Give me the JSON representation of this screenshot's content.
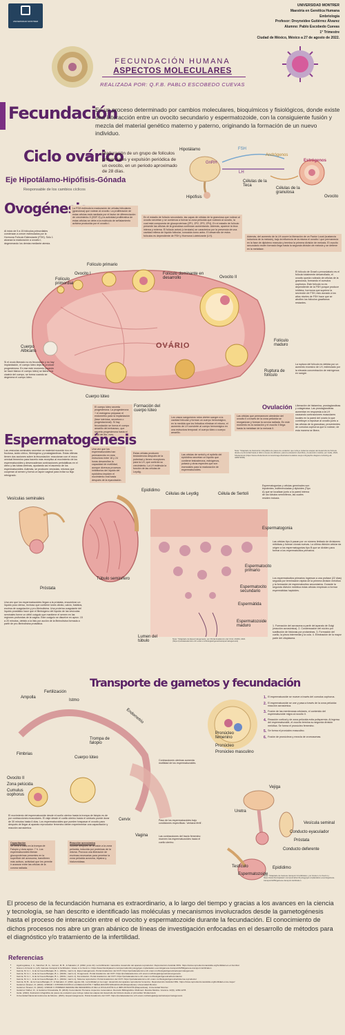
{
  "header": {
    "university": "UNIVERSIDAD MONTRER",
    "masters": "Maestría en Genética Humana",
    "subject": "Embriología",
    "professor": "Profesor: Dreyneidee Gutiérrez Álvarez",
    "student": "Alumno: Pablo Escobedo Cuevas",
    "term": "1° Trimestre",
    "date": "Ciudad de México, México a 27 de agosto de 2022.",
    "logo_text": "UNIVERSIDAD MONTRER"
  },
  "title": {
    "line1": "FECUNDACIÓN HUMANA",
    "line2": "ASPECTOS MOLECULARES",
    "author": "REALIZADA POR: Q.F.B. PABLO ESCOBEDO CUEVAS"
  },
  "fecundacion": {
    "heading": "Fecundación",
    "text": "Es un proceso determinado por cambios moleculares, bioquímicos y fisiológicos, donde existe una interacción entre un ovocito secundario y espermatozoide, con la consiguiente fusión y mezcla del material genético materno y paterno, originando la formación de un nuevo individuo."
  },
  "ciclo": {
    "heading": "Ciclo ovárico",
    "text": "Maduración de un grupo de folículos primordiales y expulsión periódica de un ovocito, en un periodo aproximado de 28 días.",
    "axis": "Eje Hipotálamo-Hipófisis-Gónada",
    "axis_sub": "Responsable de los cambios cíclicos",
    "labels": {
      "hipotalamo": "Hipotálamo",
      "gnrh": "GnRH",
      "hipofisis": "Hipófisis",
      "fsh": "FSH",
      "lh": "LH",
      "androgenos": "Andrógenos",
      "estrogenos": "Estrógenos",
      "teca": "Células de la Teca",
      "granulosa": "Células de la granulosa",
      "ovocito": "Ovocito"
    }
  },
  "ovogenesis": {
    "heading": "Ovogénesis",
    "intro": "Al inicio de 5 a 15 folículos primordiales comienzan a crecer estimulados por la Hormona Folículo Estimulante (FSH). Sólo 1 alcanza la maduración a ovocito I, degenerando los demás mediante atresia.",
    "fsh_text": "La FSH estimula la maduración de células foliculares (granulosa) que rodean al ovocito. La proliferación de estas células está mediada por el factor de diferenciación de crecimiento-9 (GDF-9) y la actividad proliferativa de estas células se debe a la molécula de señalamiento activina producida por el ovocito I.",
    "antral_text": "En el estadio de folículo secundario, las capas de células de la granulosa que rodean al ovocito secretan y se comienza a formar la zona pelúcida que rodeará al ovocito, la cual está compuesta de glucoproteínas (ZP1, ZP2, ZP3, ZP4). En el estadio de folículo presente las células de la granulosa continúan aumentando. Además, aparece la teca interna y externa. El folículo antral (o terciario) se caracteriza por la presencia de una cavidad rellena de líquido folicular, conocida como antro. El desarrollo de estos folículos es dependiente de FSH y Hormona Luteinizante (LH).",
    "lh_text": "Además, del aumento de la LH ocurre la liberación de un Factor Local (sustancia inductora de la meiosis), bajo la influencia de la misma el ovocito I que permanecía en la fase de diploteno reanuda y termina la primera división de meiosis. El ovocito secundario recién formado llega hasta la segunda división de meiosis y se detiene en la metafase.",
    "graaf_text": "El folículo de Graaf o preovulatorio es el folículo totalmente desarrollado, el ovocito queda rodeado de células de la granulosa, formando el cumulus oophorus. Este folículo no es dependiente de la FSH porque produce inhibina, hormona que suprime la secreción de FSH, esto aunado a los altos niveles de FSH hace que se atrofien los folículos graafianos restantes.",
    "rupture_text": "La ruptura del folículo es debida por un aumento excesivo de LH, estimulado por la elevada concentración de estrógenos en sangre.",
    "ovulation_text": "Liberación de histamina, prostaglandinas y colagenasa. Las prostaglandinas aumentan en respuesta a la LH causando contracciones musculares locales en la pared del ovario lo que contribuye a expulsar al ovocito junto a las células de la granulosa, provenientes de cumulus oophorus que lo rodean; de esta manera se libera.",
    "ovulacion_label": "Ovulación",
    "ovulacion_text": "Las células que permanecen alrededor del ovocito II a través de la zona pelúcida se reorganizan y forman la corona radiada. En este momento es la ovulación y el ovocito II llega hasta la metafase de la meiosis II.",
    "cuerpo_luteo_text": "El cuerpo lúteo secreta progesterona. La progesterona + el estrógeno preparan el endometrio para la implantación (fase luteínica, secretora o progestacional). Si hay fecundación se forma el cuerpo amarillo del embarazo, que secreta progesterona hasta el final del 4to. mes.",
    "albicans_text": "Si el óvulo liberado no es fecundado y no hay implantación, el cuerpo lúteo deja de producir progesterona. En ese este momento (cuando se hace blanco el cuerpo lúteo) se llama a la cicatriz del cuerpo, se forma cuando se degenera el cuerpo lúteo.",
    "formacion_text": "Los vasos sanguíneos rotos vierten sangre a la cavidad folicular y forman un cuerpo hemorrágico, en la medida que los linfocitos eliminan el mismo, el aumento de LH convierte al cuerpo hemorrágico en una estructura temporal: el cuerpo lúteo o cuerpo amarillo.",
    "note": "Nota: *Adaptado de Ilustración infográfica de pasos de ovulación que incluye todas las etapas del desarrollo del folículo desde el primordial hasta el último cuerpo de albicans; para la educación científica y la atención médica, por Gulia, 2022, Shutterstock (https://www.shutterstock.com/es/image-illustration/ovulation-steps-infographic-diagram-including-all-448372609)",
    "labels": {
      "ovario": "OVÁRIO",
      "primordial": "Folículo primordial",
      "ovocito1": "Ovocito I",
      "primario": "Folículo primario",
      "dominante": "Folículo dominante en desarrollo",
      "ovocito2": "Ovocito II",
      "maduro": "Folículo maduro",
      "ruptura": "Ruptura de folículo",
      "albicans": "Cuerpo Albicans",
      "luteo": "Cuerpo lúteo",
      "formacion": "Formación del cuerpo lúteo"
    }
  },
  "espermatogenesis": {
    "heading": "Espermatogénesis",
    "intro": "Las vesículas seminales secretan un material mucoide rico en fructosa, ácido cítrico, fibrinógeno y prostaglandinas. Estas últimas tienen dos acciones sobre la fecundación: reaccionan con el moco cervical femenino para hacerlo más receptivo al movimiento de los espermatozoides y desencadenan contracciones peristálticas en el útero y las tubas uterinas, ayudando así el ascenso de los espermatozoides. Además, se producen vesículas, mismos que cooperan al semen y forma un tapón vaginal para evitar su flujo retrógrado.",
    "epididimo_text": "Una vez que los espermatozoides han permanecido en esta estructura entre 18 y 24 horas desarrollan la capacidad de motilidad, aunque diversos procesos inhibitorios del líquido del epidídimo impiden el movimiento real hasta después de la eyaculación.",
    "leydig_text": "Estas células producen testosterona después de la pubertad y tienen receptores para la LH, que controla su crecimiento. La LH estimula la función de las células de Leydig.",
    "sertoli_text": "Las células de sertoli y el epitelio del epidídimo secretan un líquido que contiene testosterona, estrógenos, potasio y otras especies que son esenciales para la maduración de espermatozoides.",
    "espermatogonia_text": "Espermatogonias y células germinales son bipotentes, indiferenciadas y diploides (Tipo A) que se localizan junto a la pared interna de los túbulos seminíferos, las cuales residen inducía.",
    "tipo_b_text": "Las células tipo A pasan por un número limitado de divisiones mitóticas y forman clonas nuevas. La última división celular da origen a los espermatogonias tipo B que se dividen para formar a los espermatocitos primarios.",
    "primario_text": "Los espermatocitos primarios ingresan a una profase (22 días) seguida por terminación rápida de la primera división meiótica y la formación de espermatocitos secundarios. Durante la segunda división meiótica estas células empiezan a formar espermátidas haploides.",
    "maduro_text": "1. Formación del acrosoma a partir del aparato de Golgi (reacción acrosómica). 2. Condensación del núcleo por sustitución de histonas por protaminas. 3. Formación del cuello, la pieza intermedia y la cola. 4. Eliminación de la mayor parte del citoplasma.",
    "prostata_text": "Una vez que los espermatozoides llegan a la próstata, encuentran un líquido poco denso, lechoso que contiene iones citrato, calcio, fosfatos, enzima de coagulación y pro-fibrinolisina. Una proteína coagulante del líquido prostático hace que el fibrinógeno del líquido de las vesículas seminales forme un débil coágulo que mantiene el semen en las regiones profundas de la vagina. Este coágulo se disuelve en aprox. 15 a 20 minutos, debido a la lisis por acción de la fibrinolisina formada a partir de pro-fibrinolisina prostática.",
    "note": "Nota: *Adaptado de Espermatogénesis, por Portal Académico del CCH, UNAM, 2021 (https://portalacademico.cch.unam.mx/biologia1/genetica/espermatogenesis)",
    "labels": {
      "vesiculas": "Vesículas seminales",
      "epididimo": "Epidídimo",
      "leydig": "Células de Leydig",
      "sertoli": "Célula de Sertoli",
      "espermatogonia": "Espermatogonia",
      "tubulo": "Túbulo seminífero",
      "primario": "Espermatocito primario",
      "secundario": "Espermatocito secundario",
      "espermatida": "Espermátida",
      "maduro": "Espermatozoide maduro",
      "lumen": "Lumen del túbulo",
      "prostata": "Próstata"
    }
  },
  "transporte": {
    "heading": "Transporte de gametos y fecundación",
    "steps": [
      "El espermatozoide se mueve a través del cumulus oophorus.",
      "El espermatozoide se une y pasa a través de la zona pelúcida: reacción acrosómica.",
      "Fusión de las membranas celulares, el contenido del espermatozoide migra al ovocito II.",
      "Reacción cortical y de zona pelúcida evita polispermia. Al ingreso del espermatozoide, el ovocito termina su segunda división meiótica. Se forma el pronúcleo femenino.",
      "Se forma el pronúcleo masculino.",
      "Fusión de pronúcleos y mezcla de cromosomas."
    ],
    "movement_text": "El movimiento del espermatozoide desde el cuello uterino hasta la trompa de falopio es de por contracciones musculares. El viaje desde el cuello uterino hasta el oviducto puede durar de 30 minutos hasta 6 días. Los espermatozoides que pueden traspasar el ovocito para después de llegar al aparato reproductor femenino deben experimentar una capacitación y reacción acrosómica.",
    "capacitacion_title": "Capacitación",
    "capacitacion_text": "Se lleva a cabo en la trompa de Falopio y dura aprox. 7 h. Los espermatozoides liberan glucoproteínas presentes en la superficie del acrosoma, transfieren más activos, actividad que les permite ir avanzar entre las células de la corona radiada.",
    "acrosomica_title": "Reacción acrosómica",
    "acrosomica_text": "Sucede después de la unión a la zona pelúcida, inducida por proteínas de la misma. Provoca una liberación de enzimas necesarias para penetrar la zona pelúcida acrosina, tripsina y hialuronidasa.",
    "endometrio_text": "Contracciones uterinas aumenta motilidad de los espermatozoides.",
    "cervix_text": "Paso de los espermatozoides bajo condiciones específicas: 'ventana fértil'.",
    "vagina_text": "Las contracciones del tracto femenino mueven los espermatozoides hacia el cuello uterino.",
    "note": "Nota: *Adaptado de Gamete transport & fertilization, por Grace Li to Kevin Li, https://www.bioninjalearn.com/journal/embryology/gen-implantation-events/gamete-transport/4259/gamete-transport-fertilization",
    "labels": {
      "ampolla": "Ampolla",
      "fertilizacion": "Fertilización",
      "istmo": "Istmo",
      "endometrio": "Endometrio",
      "fimbrias": "Fimbrias",
      "trompa": "Trompa de falopio",
      "cuerpo_luteo": "Cuerpo lúteo",
      "ovocito": "Ovocito II",
      "zona": "Zona pelúcida",
      "cumulus": "Cumulus oophorus",
      "cervix": "Cervix",
      "vagina": "Vagina",
      "fem": "Pronúcleo femenino",
      "pn": "Pronúcleo",
      "masc": "Pronúcleo masculino",
      "vejiga": "Vejiga",
      "uretra": "Uretra",
      "vesicula": "Vesícula seminal",
      "eyaculador": "Conducto eyaculador",
      "prostata": "Próstata",
      "deferente": "Conducto deferente",
      "testiculo": "Testículo",
      "epididimo": "Epidídimo",
      "espermatozoide": "Espermatozoide"
    }
  },
  "conclusion": "El proceso de la fecundación humana es extraordinario, a lo largo del tiempo y gracias a los avances en la ciencia y tecnología, se han descrito e identificado las moléculas y mecanismos involucrados desde la gametogénesis hasta el proceso de interacción entre el ovocito y espermatozoide durante la fecundación. El conocimiento de dichos procesos nos abre un gran abánico de líneas de investigación enfocadas en el desarrollo de métodos para el diagnóstico y/o tratamiento de la infertilidad.",
  "referencias": {
    "heading": "Referencias",
    "items": [
      "Aguirregoikoa, J. A., Sánchez, B. G., Gómez, M. B., & Salvador, Z. (2022, junio 22). La fertilización masculina: desarrollo del aparato reproductor. Reproducción Asistida ORG. https://www.reproduccionasistida.org/fertilidad-en-el-hombre/",
      "Grace Li & Kevin Li. (s/f). Gamete transport & fertilization. Grace Li to Kevin Li. https://www.bioninjalearn.com/journal/embryology/gen-implantation-events/gamete-transport/4259/gamete-transport-fertilization",
      "García, M. G. I., & de la Cueva Barajas, B. L. (2021a, marzo 1). Espermatogénesis. Portal Académico del CCH. https://portalacademico.cch.unam.mx/biologia1/genetica/espermatogenesis",
      "García, M. G. I., & de la Cueva Barajas, B. L. (2021b, marzo 1). Ovogénesis. Portal Académico del CCH. https://portalacademico.cch.unam.mx/biologia1/genetica/ovogenesis",
      "García, M. G. I., & de la Cueva Barajas, B. L. (2021c, marzo 1). Fecundación. Portal Académico del CCH. https://portalacademico.cch.unam.mx/biologia1/genetica/fecundacion",
      "García, M. G. I., & de la Cueva Barajas, B. L. (2021d, marzo 1). Sistema reproductor. Portal Académico del CCH. https://portalacademico.cch.unam.mx/biologia1/genetica/sistema-reproductor",
      "García, M. B., de la Cueva Barajas, P., & Salvador, Z. (2022, agosto 16). La fertilidad en la mujer: desarrollo del aparato reproductor femenino. Reproducción Asistida ORG. https://www.reproduccionasistida.org/fertilidad-en-la-mujer/",
      "Gutiérrez Álvarez, D. (2022). UNIDAD I. INTRODUCCIÓN A LA REGULACIÓN Y SEÑALIZACIÓN MOLECULAR [Diapositivas]. Universidad Montrer.",
      "Gutiérrez Álvarez, D. (2022). UNIDAD II. PRIMERA SEMANA DE DESARROLLO DE LA OVULACIÓN A LA IMPLANTACIÓN [Diapositivas]. Universidad Montrer.",
      "Gutiérrez Núñez, R., & Gutiérrez Ruvalcaba, B. (2018). Fecundación Humana. Aspectos moleculares. Revisión Bibliográfica. Multimed. Revista Médica. Granma. 22(6), 1260-1278.",
      "Gulia. (2022). Ilustración infográfica de pasos de ovulación que incluye todas las etapas del desarrollo del folículo desde el primordial. Shutterstock.",
      "Universidad Nacional Autónoma de México. (2021). Espermatogénesis. Portal Académico del CCH. https://portalacademico.cch.unam.mx/biologia1/genetica/espermatogenesis"
    ]
  },
  "colors": {
    "bg": "#efe6d6",
    "purple": "#7a2f82",
    "dark_purple": "#5b2366",
    "box": "#e8cdb8",
    "tissue": "#e9a7a3",
    "red": "#b23a3a"
  }
}
